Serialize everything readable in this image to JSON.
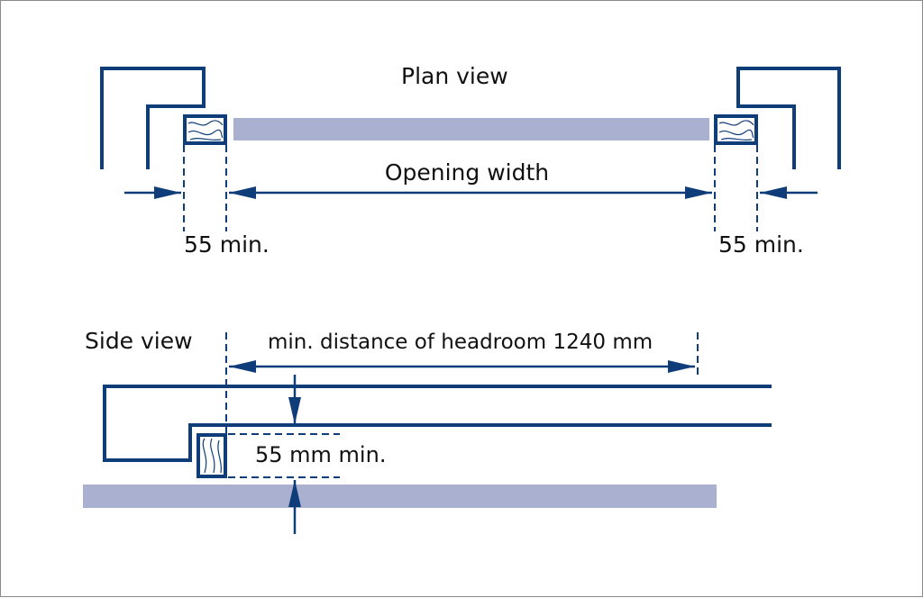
{
  "colors": {
    "line": "#0f3d7a",
    "bar": "#aab0d0",
    "text": "#111111"
  },
  "plan_view": {
    "title": "Plan view",
    "opening_label": "Opening width",
    "left_min_label": "55 min.",
    "right_min_label": "55 min."
  },
  "side_view": {
    "title": "Side view",
    "headroom_label": "min. distance of headroom 1240 mm",
    "clearance_label": "55 mm min."
  }
}
